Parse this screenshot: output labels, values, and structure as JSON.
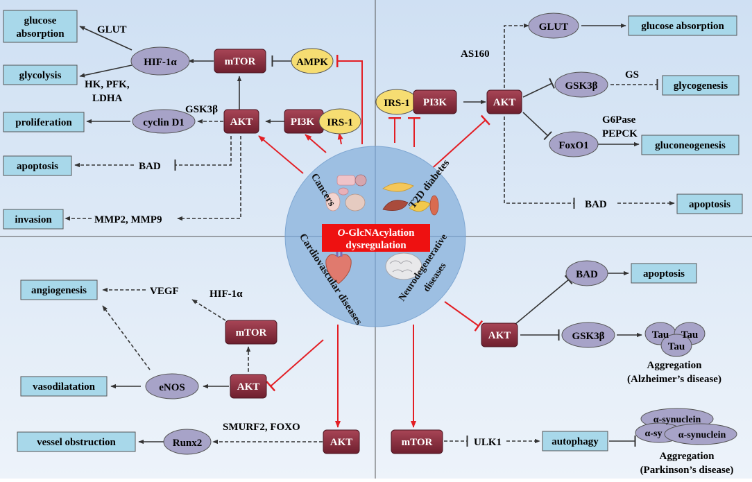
{
  "center": {
    "label_line1_italic": "O",
    "label_line1_rest": "-GlcNAcylation",
    "label_line2": "dysregulation",
    "sectors": {
      "cancers": "Cancers",
      "t2d": "T2D diabetes",
      "cardio": "Cardiovascular diseases",
      "neuro_line1": "Neurodegenerative",
      "neuro_line2": "diseases"
    }
  },
  "cancers": {
    "outcomes": {
      "glucose_absorption_line1": "glucose",
      "glucose_absorption_line2": "absorption",
      "glycolysis": "glycolysis",
      "proliferation": "proliferation",
      "apoptosis": "apoptosis",
      "invasion": "invasion"
    },
    "nodes": {
      "hif1a": "HIF-1α",
      "mtor": "mTOR",
      "ampk": "AMPK",
      "akt": "AKT",
      "pi3k": "PI3K",
      "irs1": "IRS-1",
      "cyclin_d1": "cyclin D1"
    },
    "labels": {
      "glut": "GLUT",
      "hk_pfk": "HK, PFK,",
      "ldha": "LDHA",
      "gsk3b": "GSK3β",
      "bad": "BAD",
      "mmp": "MMP2, MMP9"
    }
  },
  "t2d": {
    "outcomes": {
      "glucose_absorption": "glucose absorption",
      "glycogenesis": "glycogenesis",
      "gluconeogenesis": "gluconeogenesis",
      "apoptosis": "apoptosis"
    },
    "nodes": {
      "irs1": "IRS-1",
      "pi3k": "PI3K",
      "akt": "AKT",
      "glut": "GLUT",
      "gsk3b": "GSK3β",
      "foxo1": "FoxO1"
    },
    "labels": {
      "as160": "AS160",
      "gs": "GS",
      "g6pase": "G6Pase",
      "pepck": "PEPCK",
      "bad": "BAD"
    }
  },
  "cardio": {
    "outcomes": {
      "angiogenesis": "angiogenesis",
      "vasodilatation": "vasodilatation",
      "vessel_obstruction": "vessel obstruction"
    },
    "nodes": {
      "mtor": "mTOR",
      "akt": "AKT",
      "akt2": "AKT",
      "enos": "eNOS",
      "runx2": "Runx2"
    },
    "labels": {
      "vegf": "VEGF",
      "hif1a": "HIF-1α",
      "smurf": "SMURF2, FOXO"
    }
  },
  "neuro": {
    "outcomes": {
      "apoptosis": "apoptosis",
      "autophagy": "autophagy"
    },
    "nodes": {
      "bad": "BAD",
      "akt": "AKT",
      "gsk3b": "GSK3β",
      "mtor": "mTOR",
      "tau": "Tau",
      "asyn": "α-synuclein",
      "asyn_partial": "α-sy"
    },
    "labels": {
      "ulk1": "ULK1",
      "aggregation": "Aggregation",
      "alzheimer": "(Alzheimer’s disease)",
      "parkinson": "(Parkinson’s disease)"
    }
  },
  "colors": {
    "background": "#dbe8f5",
    "outcome_box": "#a8d8ea",
    "kinase_box": "#8b2e3f",
    "ellipse": "#a7a3c8",
    "yellow_ellipse": "#f6dd72",
    "center_circle": "#9dbfe2",
    "center_label": "#ee1111",
    "red_arrow": "#e31e24"
  }
}
